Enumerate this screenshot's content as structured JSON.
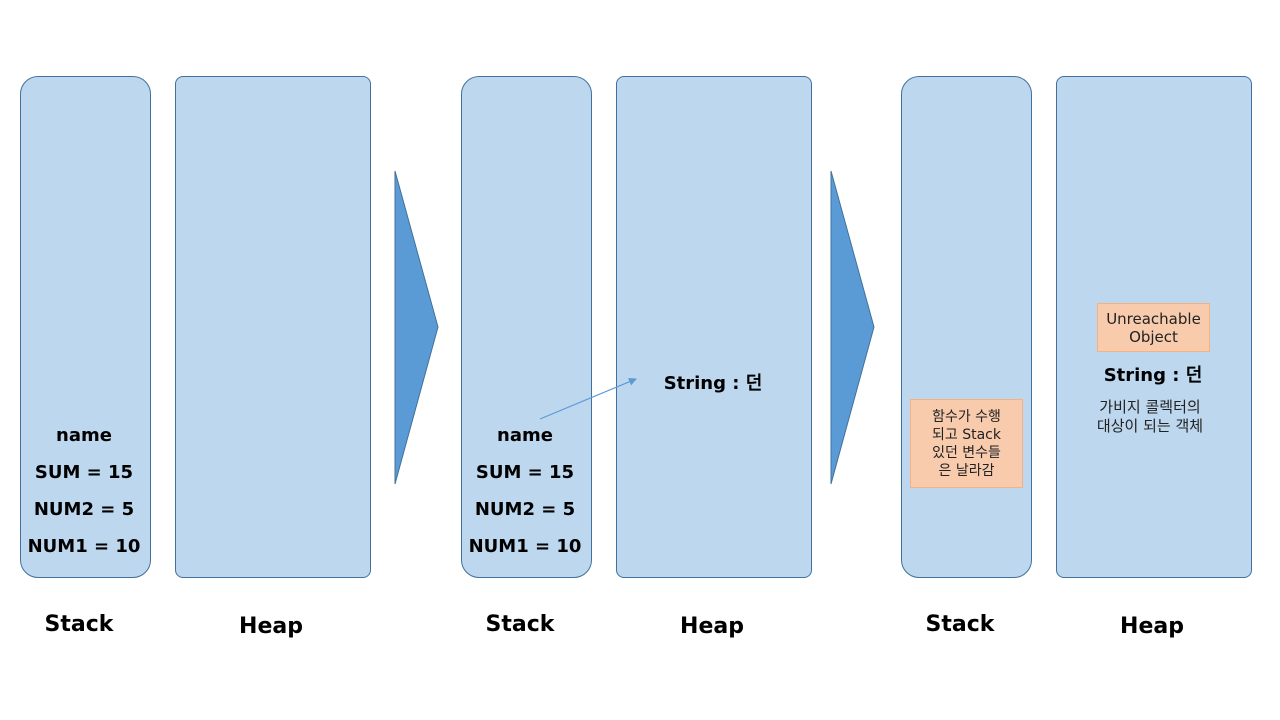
{
  "colors": {
    "panel_fill": "#bdd7ee",
    "panel_border": "#41719c",
    "arrow_fill": "#5b9bd5",
    "note_fill": "#f8cbad",
    "pointer_line": "#5b9bd5"
  },
  "stage1": {
    "stack_label": "Stack",
    "heap_label": "Heap",
    "vars": [
      "name",
      "SUM = 15",
      "NUM2 = 5",
      "NUM1 = 10"
    ]
  },
  "stage2": {
    "stack_label": "Stack",
    "heap_label": "Heap",
    "vars": [
      "name",
      "SUM = 15",
      "NUM2 = 5",
      "NUM1 = 10"
    ],
    "heap_object": "String : 던"
  },
  "stage3": {
    "stack_label": "Stack",
    "heap_label": "Heap",
    "stack_note": "함수가 수행\n되고 Stack\n있던 변수들\n은 날라감",
    "heap_note": "Unreachable\nObject",
    "heap_object": "String : 던",
    "heap_caption": "가비지 콜렉터의\n대상이 되는 객체"
  }
}
